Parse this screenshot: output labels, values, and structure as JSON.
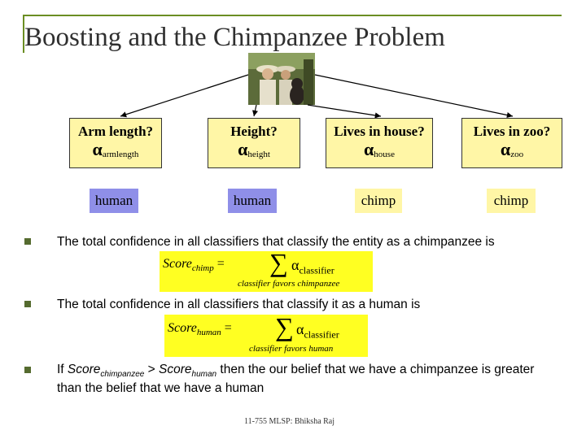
{
  "title": "Boosting and the Chimpanzee Problem",
  "classifiers": [
    {
      "question": "Arm length?",
      "alpha": "α",
      "alpha_sub": "armlength",
      "answer": "human"
    },
    {
      "question": "Height?",
      "alpha": "α",
      "alpha_sub": "height",
      "answer": "human"
    },
    {
      "question": "Lives in house?",
      "alpha": "α",
      "alpha_sub": "house",
      "answer": "chimp"
    },
    {
      "question": "Lives in zoo?",
      "alpha": "α",
      "alpha_sub": "zoo",
      "answer": "chimp"
    }
  ],
  "bullets": [
    {
      "text": "The total confidence in all classifiers that classify the entity as a chimpanzee is"
    },
    {
      "text": "The total confidence in all classifiers that classify it as a human is"
    },
    {
      "text_prefix": "If ",
      "score_a": "Score",
      "score_a_sub": "chimpanzee",
      "gt": " > ",
      "score_b": "Score",
      "score_b_sub": "human",
      "text_rest": " then the our belief that we have a chimpanzee is greater than the belief that we have a human"
    }
  ],
  "formulas": [
    {
      "lhs": "Score",
      "lhs_sub": "chimp",
      "eq": "=",
      "sigma": "∑",
      "alpha": "α",
      "alpha_sub": "classifier",
      "under": "classifier favors chimpanzee"
    },
    {
      "lhs": "Score",
      "lhs_sub": "human",
      "eq": "=",
      "sigma": "∑",
      "alpha": "α",
      "alpha_sub": "classifier",
      "under": "classifier favors human"
    }
  ],
  "footer": "11-755 MLSP: Bhiksha Raj",
  "colors": {
    "question_box": "#fff6a6",
    "human_box": "#8f8fe8",
    "chimp_box": "#fff6a6",
    "formula_bg": "#ffff22",
    "accent_rule": "#6b8e23",
    "bullet": "#556b2f"
  }
}
